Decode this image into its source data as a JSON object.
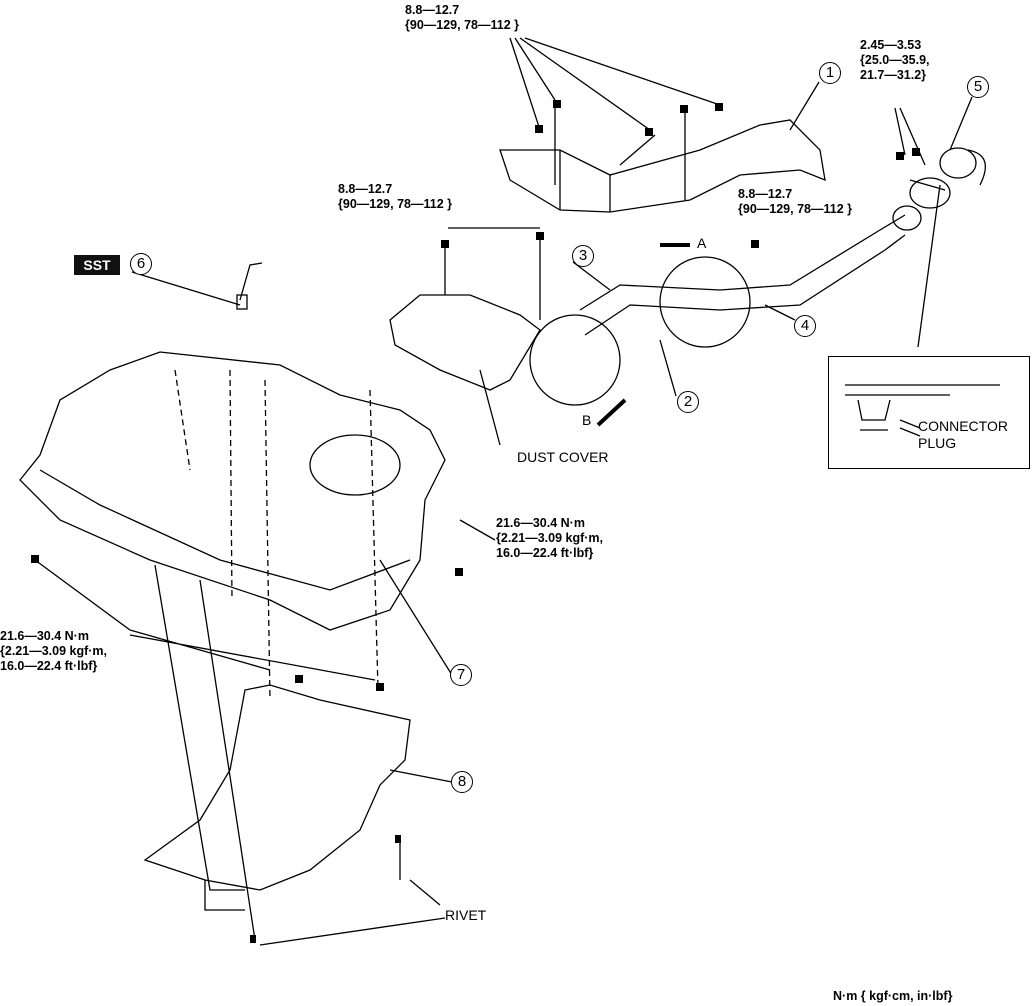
{
  "torque_specs": {
    "heat_shield_bolts": [
      "8.8—12.7",
      "{90—129, 78—112 }"
    ],
    "cover_bolts": [
      "8.8—12.7",
      "{90—129, 78—112 }"
    ],
    "filler_pipe_bolt": [
      "8.8—12.7",
      "{90—129, 78—112 }"
    ],
    "filler_neck_bolts": [
      "2.45—3.53",
      "{25.0—35.9,",
      "21.7—31.2}"
    ],
    "tank_bolt_right": [
      "21.6—30.4 N·m",
      "{2.21—3.09 kgf·m,",
      "16.0—22.4 ft·lbf}"
    ],
    "tank_bolts_left": [
      "21.6—30.4 N·m",
      "{2.21—3.09 kgf·m,",
      "16.0—22.4 ft·lbf}"
    ]
  },
  "callouts": [
    "1",
    "2",
    "3",
    "4",
    "5",
    "6",
    "7",
    "8"
  ],
  "labels": {
    "sst": "SST",
    "view_a": "A",
    "view_b": "B",
    "dust_cover": "DUST COVER",
    "connector_plug": [
      "CONNECTOR",
      "PLUG"
    ],
    "rivet": "RIVET",
    "units": "N·m { kgf·cm, in·lbf}"
  }
}
